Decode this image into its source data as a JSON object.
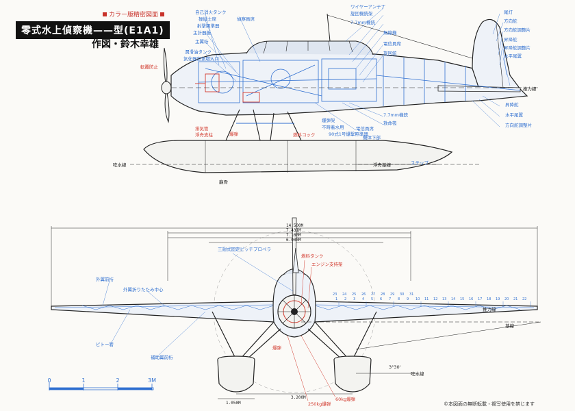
{
  "header": {
    "series_tag": "カラー版精密図面",
    "title": "零式水上偵察機——型(E1A1)",
    "credit": "作図・鈴木幸雄"
  },
  "side_view": {
    "labels_top_blue": [
      "自己消火タンク",
      "操縦士席",
      "射撃照準器",
      "主計器板",
      "主翼桁",
      "潤滑油タンク",
      "気化器空気取入口",
      "偵察員席",
      "ワイヤーアンテナ",
      "旋回機銃架",
      "7.7mm機銃",
      "無線機",
      "電信員席",
      "旋回銃"
    ],
    "labels_right_blue": [
      "尾灯",
      "方向舵",
      "方向舵調整片",
      "昇降舵",
      "昇降舵調整片",
      "水平尾翼"
    ],
    "labels_mid_blue": [
      "7.7mm機銃",
      "救命筏",
      "電信員席",
      "爆弾架",
      "不時着水用",
      "90式1号爆撃照準器",
      "機体下部"
    ],
    "labels_red": [
      "転覆防止",
      "排気管",
      "浮舟支柱",
      "爆弾",
      "燃料コック"
    ],
    "thrust_line": "推力線",
    "waterline": "吃水線",
    "float_baseline": "浮舟基線",
    "float_step": "ステップ",
    "keel": "龍骨"
  },
  "front_view": {
    "dimensions": [
      "14.500M",
      "7.431M",
      "7.100M",
      "6.000M",
      "1.050M",
      "3.200M"
    ],
    "labels_blue": [
      "三翅式固定ピッチプロペラ",
      "外翼前桁",
      "外翼折りたたみ中心",
      "ピトー管",
      "補助翼前桁"
    ],
    "labels_red": [
      "燃料タンク",
      "エンジン支持架",
      "爆弾",
      "60kg爆弾",
      "250kg爆弾"
    ],
    "thrust_line": "推力線",
    "datum": "基線",
    "waterline": "吃水線",
    "angle": "3°30'",
    "rib_numbers": [
      "1",
      "2",
      "3",
      "4",
      "5",
      "6",
      "7",
      "8",
      "9",
      "10",
      "11",
      "12",
      "13",
      "14",
      "15",
      "16",
      "17",
      "18",
      "19",
      "20",
      "21",
      "22",
      "23",
      "24",
      "25",
      "26",
      "27",
      "28",
      "29",
      "30",
      "31"
    ]
  },
  "scale_bar": {
    "ticks": [
      "0",
      "1",
      "2",
      "3M"
    ]
  },
  "copyright": "©本図面の無断転載・複写使用を禁じます",
  "colors": {
    "structure": "#2f6fd0",
    "equipment": "#d23a2e",
    "outline": "#222222",
    "paper": "#fbfaf7"
  }
}
